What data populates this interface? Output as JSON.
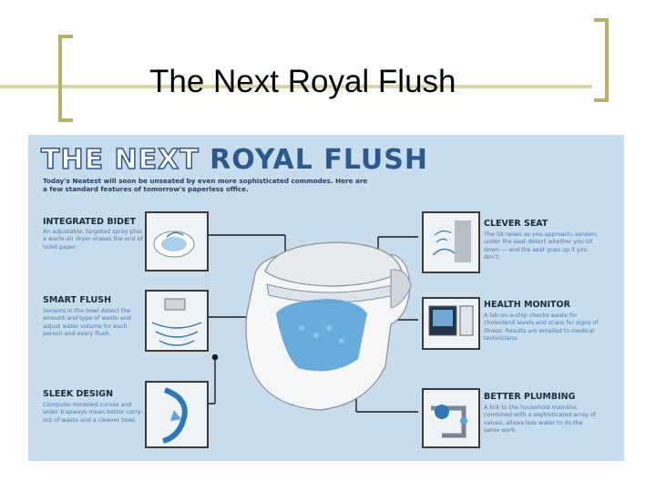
{
  "slide": {
    "title": "The Next Royal Flush"
  },
  "panel": {
    "banner_part1": "THE NEXT",
    "banner_part2": "ROYAL FLUSH",
    "intro": "Today's Neatest will soon be unseated by even more sophisticated commodes. Here are a few standard features of tomorrow's paperless office.",
    "features": [
      {
        "title": "INTEGRATED BIDET",
        "text": "An adjustable, targeted spray plus a warm-air dryer erases the end of toilet paper."
      },
      {
        "title": "SMART FLUSH",
        "text": "Sensors in the bowl detect the amount and type of waste and adjust water volume for each person and every flush."
      },
      {
        "title": "SLEEK DESIGN",
        "text": "Computer-modeled curves and wider trapways mean better carry-out of waste and a cleaner bowl."
      },
      {
        "title": "CLEVER SEAT",
        "text": "The lid raises as you approach; sensors under the seat detect whether you sit down — and the seat goes up if you don't."
      },
      {
        "title": "HEALTH MONITOR",
        "text": "A lab-on-a-chip checks waste for cholesterol levels and scans for signs of illness. Results are emailed to medical technicians."
      },
      {
        "title": "BETTER PLUMBING",
        "text": "A link to the household mainline, combined with a sophisticated array of valves, allows less water to do the same work."
      }
    ]
  },
  "colors": {
    "bracket": "#b6b26a",
    "rule": "#d9d7a3",
    "panel_bg": "#c9dcec",
    "banner_blue": "#2d5a8e",
    "text_blue": "#4a78b0"
  }
}
